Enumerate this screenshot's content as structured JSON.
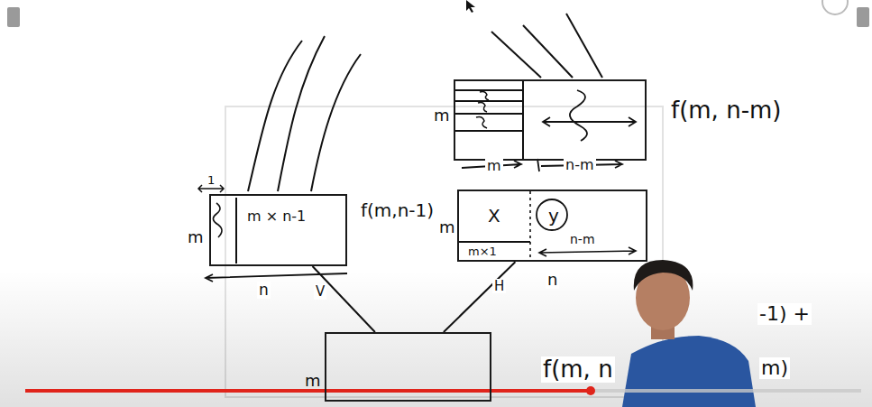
{
  "diagram": {
    "nodes": [
      {
        "text": [
          "m"
        ]
      },
      {
        "text": [
          "m",
          "m × n-1"
        ]
      },
      {
        "text": [
          "m",
          "X",
          "y",
          "m×1"
        ]
      },
      {
        "text": [
          "m"
        ]
      }
    ],
    "edges": [
      {
        "from": 3,
        "to": 1,
        "label": "V",
        "arrow": "none"
      },
      {
        "from": 3,
        "to": 2,
        "label": "H",
        "arrow": "none"
      }
    ],
    "labels": [
      "f(m, n-m)",
      "m",
      "n-m",
      "1",
      "f(m,n-1)",
      "n",
      "n-m",
      "n",
      "f(m, n",
      "-1) +",
      "m)"
    ]
  }
}
